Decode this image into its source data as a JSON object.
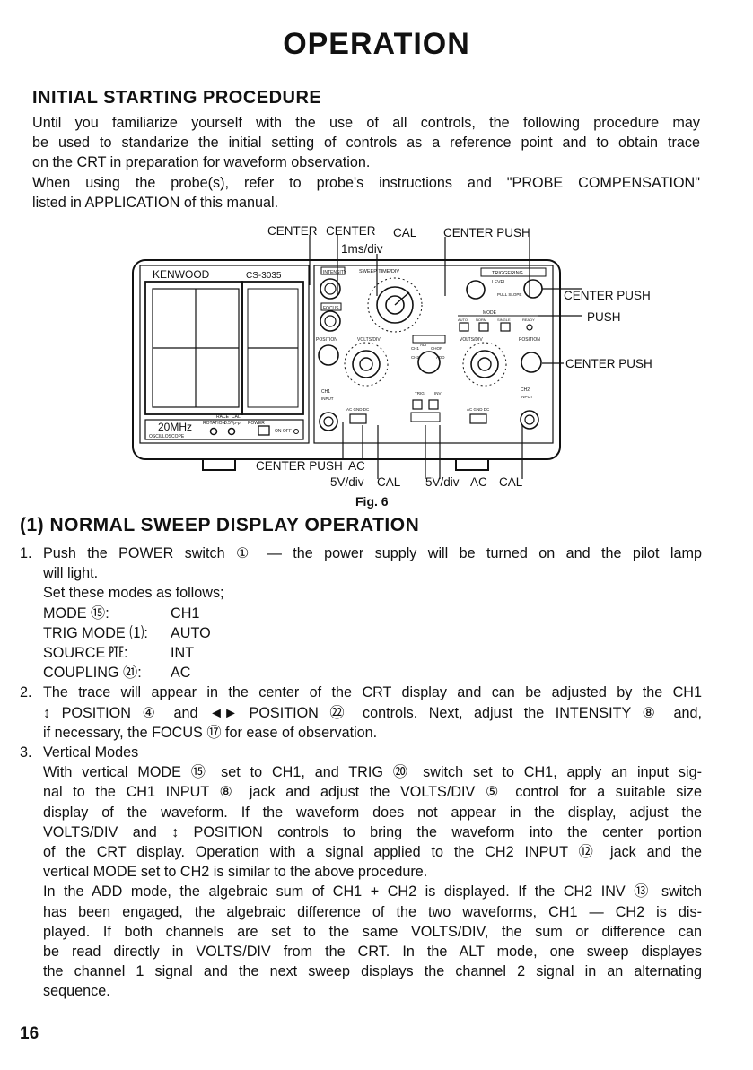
{
  "page_title": "OPERATION",
  "initial": {
    "heading": "INITIAL STARTING PROCEDURE",
    "lines": [
      "Until you familiarize yourself with the use of all controls, the following procedure may",
      "be used to standarize the initial setting of controls as a reference point and to obtain trace",
      "on the CRT in preparation for waveform observation.",
      "When using the probe(s), refer to probe's instructions and \"PROBE COMPENSATION\"",
      "listed in APPLICATION of this manual."
    ]
  },
  "figure": {
    "caption": "Fig. 6",
    "brand": "KENWOOD",
    "model": "CS-3035",
    "freq": "20MHz",
    "scope_label": "OSCILLOSCOPE",
    "trace_label": "TRACE",
    "rotation_label": "ROTATION",
    "cal_small": "CAL",
    "power_label": "POWER",
    "cal_value": "0.5Vp-p",
    "on_off": "ON OFF",
    "intensity": "INTENSITY",
    "focus": "FOCUS",
    "sweep_time": "SWEEP TIME/DIV",
    "triggering": "TRIGGERING",
    "level": "LEVEL",
    "pull_slope": "PULL SLOPE",
    "mode": "MODE",
    "auto": "AUTO",
    "norm": "NORM",
    "single": "SINGLE",
    "ready": "READY",
    "position": "POSITION",
    "volts_div": "VOLTS/DIV",
    "ch1": "CH1",
    "ch2": "CH2",
    "input": "INPUT",
    "alt": "ALT",
    "chop": "CHOP",
    "add": "ADD",
    "trig": "TRIG",
    "inv": "INV",
    "ac_gnd_dc": "AC GND DC",
    "callouts": {
      "center1": "CENTER",
      "center2": "CENTER",
      "cal_top": "CAL",
      "center_push_top": "CENTER PUSH",
      "ms_div": "1ms/div",
      "right_center_push1": "CENTER PUSH",
      "right_push": "PUSH",
      "right_center_push2": "CENTER PUSH",
      "bottom_center_push": "CENTER PUSH",
      "bottom_ac": "AC",
      "bottom_5v_1": "5V/div",
      "bottom_cal_1": "CAL",
      "bottom_5v_2": "5V/div",
      "bottom_ac_2": "AC",
      "bottom_cal_2": "CAL"
    }
  },
  "normal": {
    "heading": "(1) NORMAL SWEEP DISPLAY OPERATION",
    "item1": {
      "num": "1.",
      "lines": [
        "Push the POWER switch ① — the power supply will be turned on and the pilot lamp",
        "will light.",
        "Set these modes as follows;"
      ],
      "modes": [
        {
          "name": "MODE ⑮:",
          "value": "CH1"
        },
        {
          "name": "TRIG MODE ⑴:",
          "value": "AUTO"
        },
        {
          "name": "SOURCE ㉐:",
          "value": "INT"
        },
        {
          "name": "COUPLING ㉑:",
          "value": "AC"
        }
      ]
    },
    "item2": {
      "num": "2.",
      "lines": [
        "The trace will appear in the center of the CRT display and can be adjusted by the CH1",
        "↕ POSITION ④ and ◄► POSITION ㉒ controls. Next, adjust the INTENSITY ⑧ and,",
        "if necessary, the FOCUS ⑰ for ease of observation."
      ]
    },
    "item3": {
      "num": "3.",
      "title": "Vertical Modes",
      "lines": [
        "With vertical MODE ⑮ set to CH1, and TRIG ⑳ switch set to CH1, apply an input sig-",
        "nal to the CH1 INPUT ⑧ jack and adjust the VOLTS/DIV ⑤ control for a suitable size",
        "display of the waveform. If the waveform does not appear in the display, adjust the",
        "VOLTS/DIV and ↕ POSITION controls to bring the waveform into the center portion",
        "of the CRT display. Operation with a signal applied to the CH2 INPUT ⑫ jack and the",
        "vertical MODE set to CH2 is similar to the above procedure.",
        "In the ADD mode, the algebraic sum of CH1 + CH2 is displayed. If the CH2 INV ⑬ switch",
        "has been engaged, the algebraic difference of the two waveforms, CH1 — CH2 is dis-",
        "played. If both channels are set to the same VOLTS/DIV, the sum or difference can",
        "be read directly in VOLTS/DIV from the CRT. In the ALT mode, one sweep displayes",
        "the channel 1 signal and the next sweep displays the channel 2 signal in an alternating",
        "sequence."
      ]
    }
  },
  "page_number": "16"
}
